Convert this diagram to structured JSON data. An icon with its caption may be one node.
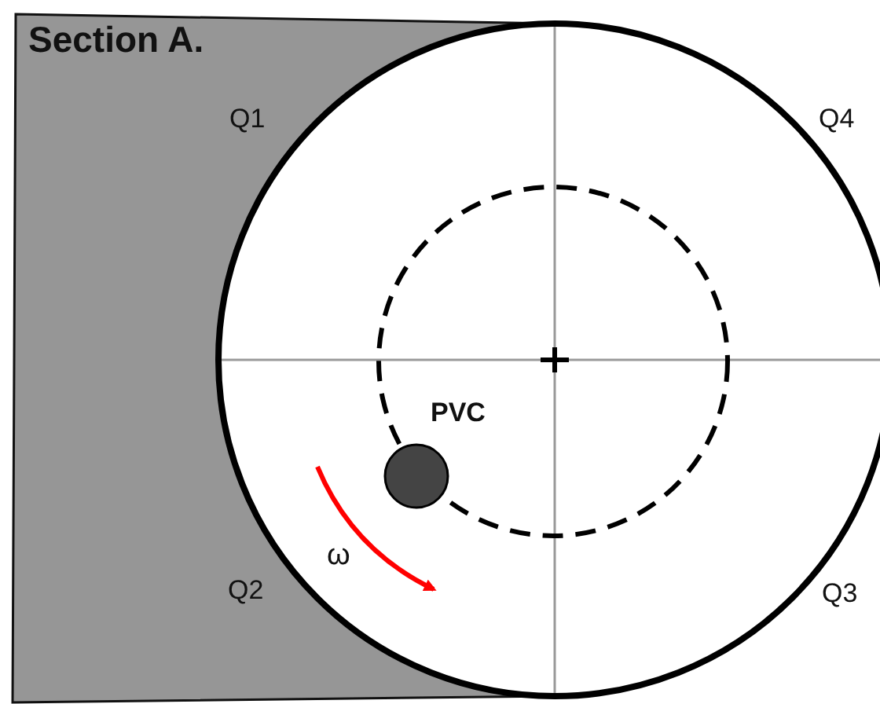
{
  "diagram": {
    "labels": [
      "Section A.",
      "Q1",
      "Q4",
      "PVC",
      "ω",
      "Q2",
      "Q3"
    ]
  }
}
